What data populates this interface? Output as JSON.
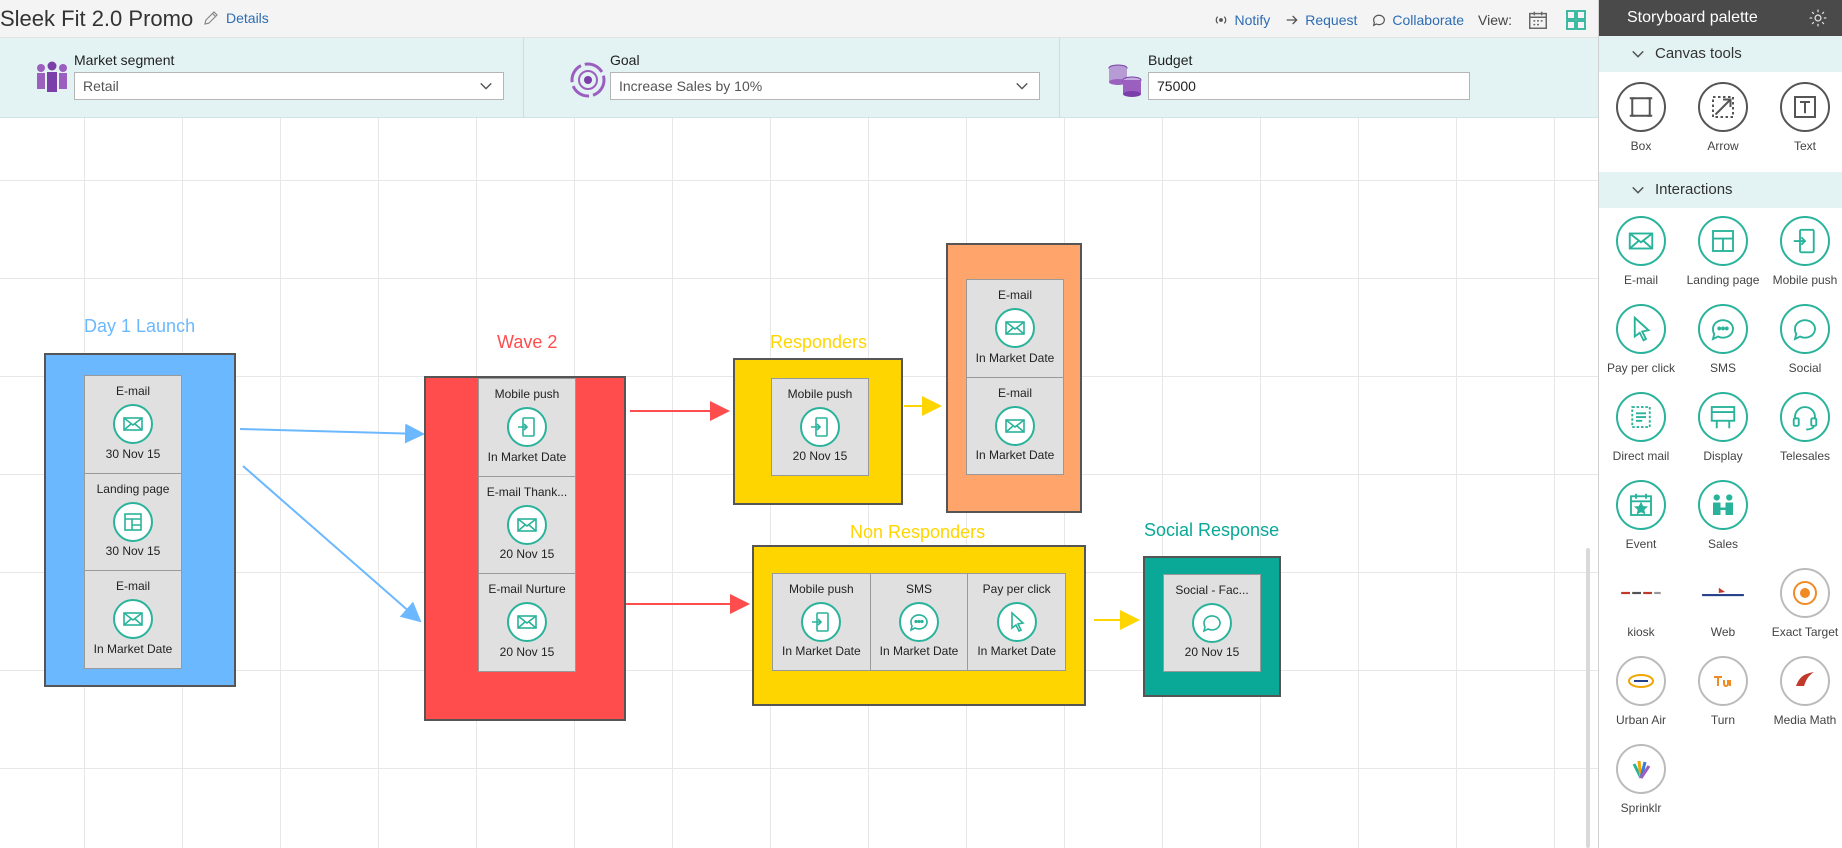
{
  "header": {
    "title": "Sleek Fit 2.0 Promo",
    "details_label": "Details",
    "notify_label": "Notify",
    "request_label": "Request",
    "collaborate_label": "Collaborate",
    "view_label": "View:"
  },
  "filters": {
    "market_segment": {
      "label": "Market segment",
      "value": "Retail"
    },
    "goal": {
      "label": "Goal",
      "value": "Increase Sales by 10%"
    },
    "budget": {
      "label": "Budget",
      "value": "75000"
    }
  },
  "stages": {
    "day1": {
      "title": "Day 1 Launch",
      "color": "#6bb8ff",
      "cells": [
        {
          "title": "E-mail",
          "date": "30 Nov 15",
          "icon": "email-icon"
        },
        {
          "title": "Landing page",
          "date": "30 Nov 15",
          "icon": "landing-page-icon"
        },
        {
          "title": "E-mail",
          "date": "In Market Date",
          "icon": "email-icon"
        }
      ]
    },
    "wave2": {
      "title": "Wave 2",
      "color": "#ff4d4d",
      "cells": [
        {
          "title": "Mobile push",
          "date": "In Market Date",
          "icon": "mobile-push-icon"
        },
        {
          "title": "E-mail Thank...",
          "date": "20 Nov 15",
          "icon": "email-icon"
        },
        {
          "title": "E-mail Nurture",
          "date": "20 Nov 15",
          "icon": "email-icon"
        }
      ]
    },
    "responders": {
      "title": "Responders",
      "color": "#ffd500",
      "cells": [
        {
          "title": "Mobile push",
          "date": "20 Nov 15",
          "icon": "mobile-push-icon"
        }
      ]
    },
    "orange": {
      "title": "",
      "color": "#ffa56b",
      "cells": [
        {
          "title": "E-mail",
          "date": "In Market Date",
          "icon": "email-icon"
        },
        {
          "title": "E-mail",
          "date": "In Market Date",
          "icon": "email-icon"
        }
      ]
    },
    "non_responders": {
      "title": "Non Responders",
      "color": "#ffd500",
      "cells": [
        {
          "title": "Mobile push",
          "date": "In Market Date",
          "icon": "mobile-push-icon"
        },
        {
          "title": "SMS",
          "date": "In Market Date",
          "icon": "sms-icon"
        },
        {
          "title": "Pay per click",
          "date": "In Market Date",
          "icon": "pointer-icon"
        }
      ]
    },
    "social": {
      "title": "Social Response",
      "color": "#0aa896",
      "cells": [
        {
          "title": "Social - Fac...",
          "date": "20 Nov 15",
          "icon": "social-icon"
        }
      ]
    }
  },
  "palette": {
    "title": "Storyboard palette",
    "canvas_tools": {
      "title": "Canvas tools",
      "items": [
        {
          "label": "Box",
          "icon": "box-icon"
        },
        {
          "label": "Arrow",
          "icon": "arrow-tool-icon"
        },
        {
          "label": "Text",
          "icon": "text-tool-icon"
        }
      ]
    },
    "interactions": {
      "title": "Interactions",
      "items": [
        {
          "label": "E-mail",
          "icon": "email-icon"
        },
        {
          "label": "Landing page",
          "icon": "landing-page-icon"
        },
        {
          "label": "Mobile push",
          "icon": "mobile-push-icon"
        },
        {
          "label": "Pay per click",
          "icon": "pointer-icon"
        },
        {
          "label": "SMS",
          "icon": "sms-icon"
        },
        {
          "label": "Social",
          "icon": "social-icon"
        },
        {
          "label": "Direct mail",
          "icon": "direct-mail-icon"
        },
        {
          "label": "Display",
          "icon": "display-icon"
        },
        {
          "label": "Telesales",
          "icon": "headset-icon"
        },
        {
          "label": "Event",
          "icon": "calendar-star-icon"
        },
        {
          "label": "Sales",
          "icon": "handshake-icon"
        },
        {
          "label": "kiosk",
          "icon": "kiosk-logo"
        },
        {
          "label": "Web",
          "icon": "web-logo"
        },
        {
          "label": "Exact Target",
          "icon": "exact-target-logo"
        },
        {
          "label": "Urban Air",
          "icon": "urban-air-logo"
        },
        {
          "label": "Turn",
          "icon": "turn-logo"
        },
        {
          "label": "Media Math",
          "icon": "media-math-logo"
        },
        {
          "label": "Sprinklr",
          "icon": "sprinklr-logo"
        }
      ]
    }
  },
  "colors": {
    "accent_link": "#2c6db3",
    "icon_teal": "#2ab39b",
    "palette_header": "#4a4a4a",
    "filter_bg": "#e3f3f3"
  }
}
